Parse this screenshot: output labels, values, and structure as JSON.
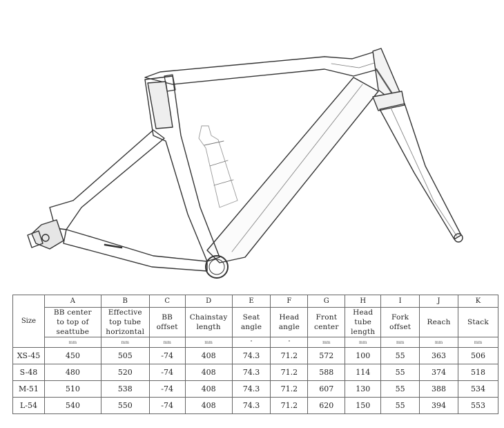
{
  "table": {
    "size_header": "Size",
    "columns": [
      {
        "letter": "A",
        "label": [
          "BB center",
          "to top of",
          "seattube"
        ],
        "unit": "mm"
      },
      {
        "letter": "B",
        "label": [
          "Effective",
          "top tube",
          "horizontal"
        ],
        "unit": "mm"
      },
      {
        "letter": "C",
        "label": [
          "BB",
          "offset"
        ],
        "unit": "mm"
      },
      {
        "letter": "D",
        "label": [
          "Chainstay",
          "length"
        ],
        "unit": "mm"
      },
      {
        "letter": "E",
        "label": [
          "Seat",
          "angle"
        ],
        "unit": "°"
      },
      {
        "letter": "F",
        "label": [
          "Head",
          "angle"
        ],
        "unit": "°"
      },
      {
        "letter": "G",
        "label": [
          "Front",
          "center"
        ],
        "unit": "mm"
      },
      {
        "letter": "H",
        "label": [
          "Head",
          "tube",
          "length"
        ],
        "unit": "mm"
      },
      {
        "letter": "I",
        "label": [
          "Fork",
          "offset"
        ],
        "unit": "mm"
      },
      {
        "letter": "J",
        "label": [
          "Reach"
        ],
        "unit": "mm"
      },
      {
        "letter": "K",
        "label": [
          "Stack"
        ],
        "unit": "mm"
      }
    ],
    "rows": [
      {
        "size": "XS-45",
        "values": [
          "450",
          "505",
          "-74",
          "408",
          "74.3",
          "71.2",
          "572",
          "100",
          "55",
          "363",
          "506"
        ]
      },
      {
        "size": "S-48",
        "values": [
          "480",
          "520",
          "-74",
          "408",
          "74.3",
          "71.2",
          "588",
          "114",
          "55",
          "374",
          "518"
        ]
      },
      {
        "size": "M-51",
        "values": [
          "510",
          "538",
          "-74",
          "408",
          "74.3",
          "71.2",
          "607",
          "130",
          "55",
          "388",
          "534"
        ]
      },
      {
        "size": "L-54",
        "values": [
          "540",
          "550",
          "-74",
          "408",
          "74.3",
          "71.2",
          "620",
          "150",
          "55",
          "394",
          "553"
        ]
      }
    ]
  },
  "drawing": {
    "subject": "road bike frame and fork line drawing",
    "stroke_color": "#333333"
  }
}
